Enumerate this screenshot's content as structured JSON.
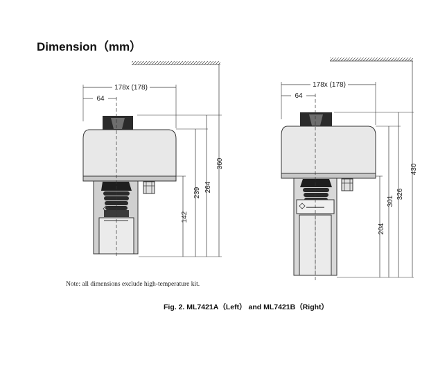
{
  "heading": "Dimension（mm）",
  "note": "Note: all dimensions exclude high-temperature kit.",
  "caption": "Fig. 2. ML7421A（Left） and ML7421B（Right）",
  "left": {
    "width_label": "178x (178)",
    "offset_label": "64",
    "dims": [
      "360",
      "264",
      "239",
      "142"
    ]
  },
  "right": {
    "width_label": "178x (178)",
    "offset_label": "64",
    "dims": [
      "430",
      "326",
      "301",
      "204"
    ]
  }
}
